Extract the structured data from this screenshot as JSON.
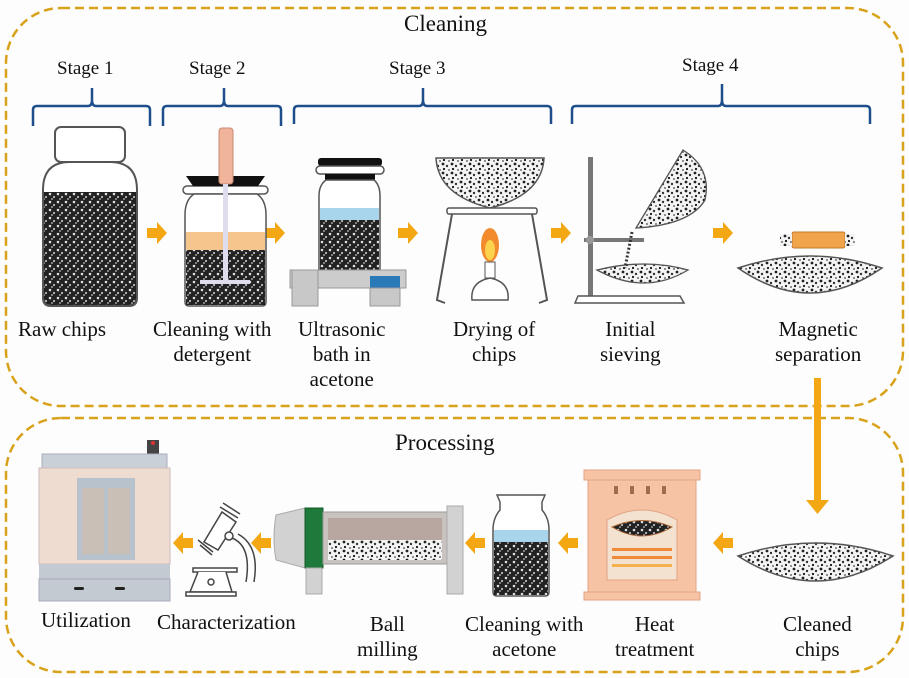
{
  "sections": {
    "cleaning": {
      "title": "Cleaning"
    },
    "processing": {
      "title": "Processing"
    }
  },
  "stages": [
    {
      "label": "Stage 1"
    },
    {
      "label": "Stage 2"
    },
    {
      "label": "Stage 3"
    },
    {
      "label": "Stage 4"
    }
  ],
  "cleaning_steps": [
    {
      "label_lines": [
        "Raw chips"
      ],
      "icon": "bottle-of-chips"
    },
    {
      "label_lines": [
        "Cleaning with",
        "detergent"
      ],
      "icon": "stirred-jar-detergent"
    },
    {
      "label_lines": [
        "Ultrasonic",
        "bath in",
        "acetone"
      ],
      "icon": "ultrasonic-bath-jar"
    },
    {
      "label_lines": [
        "Drying of",
        "chips"
      ],
      "icon": "burner-drying-dish"
    },
    {
      "label_lines": [
        "Initial",
        "sieving"
      ],
      "icon": "sieving-stand"
    },
    {
      "label_lines": [
        "Magnetic",
        "separation"
      ],
      "icon": "magnet-dish"
    }
  ],
  "processing_steps": [
    {
      "label_lines": [
        "Cleaned",
        "chips"
      ],
      "icon": "dish-of-chips"
    },
    {
      "label_lines": [
        "Heat",
        "treatment"
      ],
      "icon": "furnace"
    },
    {
      "label_lines": [
        "Cleaning with",
        "acetone"
      ],
      "icon": "acetone-jar"
    },
    {
      "label_lines": [
        "Ball",
        "milling"
      ],
      "icon": "ball-mill"
    },
    {
      "label_lines": [
        "Characterization"
      ],
      "icon": "microscope"
    },
    {
      "label_lines": [
        "Utilization"
      ],
      "icon": "machine-cabinet"
    }
  ],
  "colors": {
    "border": "#d9a21b",
    "arrow": "#f3a712",
    "brace": "#1f4e8c",
    "acetone": "#a8d4ec",
    "detergent": "#f6c58e",
    "furnace": "#f6c3a5",
    "magnet": "#f2a44a",
    "mill_band": "#1e7a3a"
  }
}
